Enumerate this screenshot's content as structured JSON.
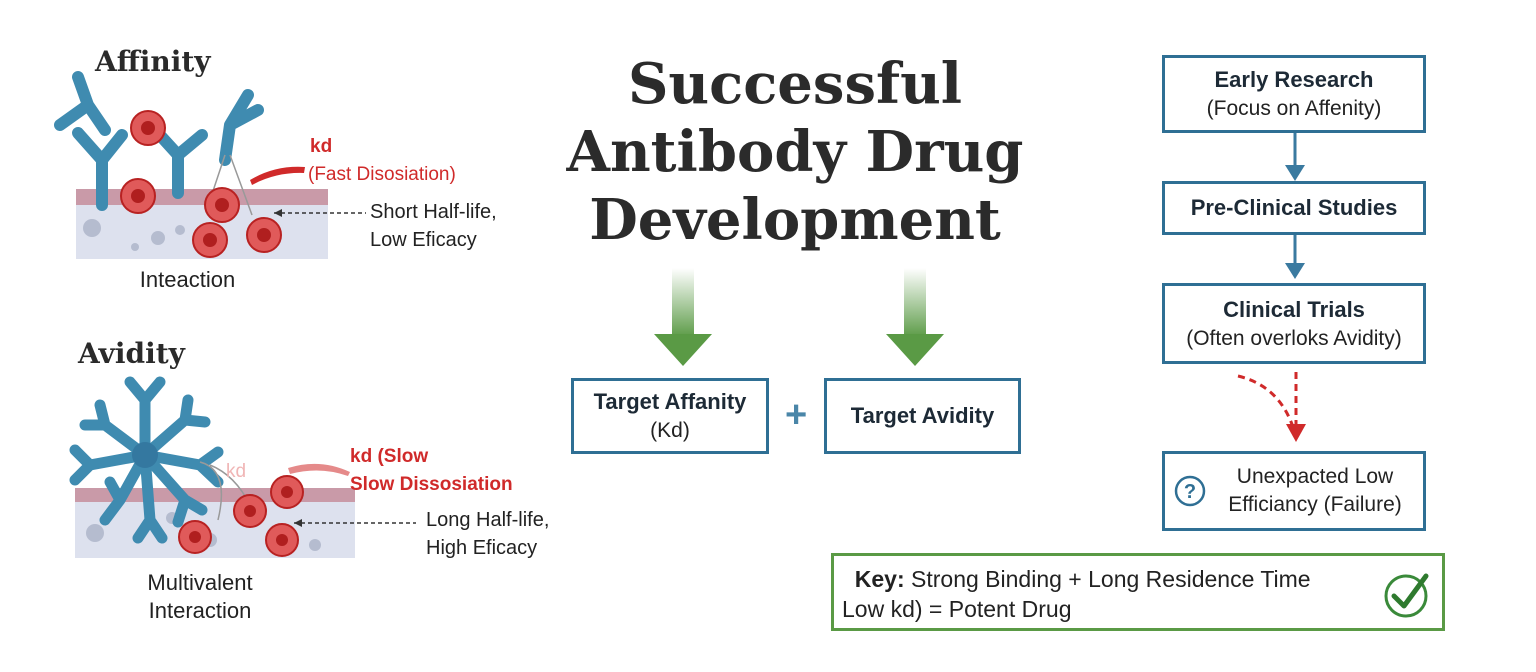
{
  "affinity": {
    "title": "Affinity",
    "kd_label": "kd",
    "kd_desc": "(Fast Disosiation)",
    "note_line1": "Short Half-life,",
    "note_line2": "Low Eficacy",
    "caption": "Inteaction"
  },
  "avidity": {
    "title": "Avidity",
    "kd_faint": "kd",
    "kd_line1": "kd (Slow",
    "kd_line2": "Slow Dissosiation",
    "note_line1": "Long Half-life,",
    "note_line2": "High Eficacy",
    "caption_line1": "Multivalent",
    "caption_line2": "Interaction"
  },
  "center": {
    "title_line1": "Successful",
    "title_line2": "Antibody Drug",
    "title_line3": "Development",
    "box_affinity_label": "Target Affanity",
    "box_affinity_sub": "(Kd)",
    "plus": "+",
    "box_avidity_label": "Target Avidity"
  },
  "flow": {
    "step1_label": "Early Research",
    "step1_sub": "(Focus on Affenity)",
    "step2_label": "Pre-Clinical Studies",
    "step3_label": "Clinical Trials",
    "step3_sub": "(Often overloks Avidity)",
    "result_line1": "Unexpacted Low",
    "result_line2": "Efficiancy (Failure)",
    "question_icon_text": "?"
  },
  "key": {
    "bold": "Key:",
    "line1_rest": " Strong Binding + Long Residence Time",
    "line2": "Low kd) = Potent Drug"
  },
  "colors": {
    "antibody": "#3f8bb0",
    "cell_red": "#d8312f",
    "membrane": "#c99aa8",
    "box_border": "#2f6f94",
    "arrow_green": "#5a9a45",
    "failure_red": "#d02a2a"
  }
}
